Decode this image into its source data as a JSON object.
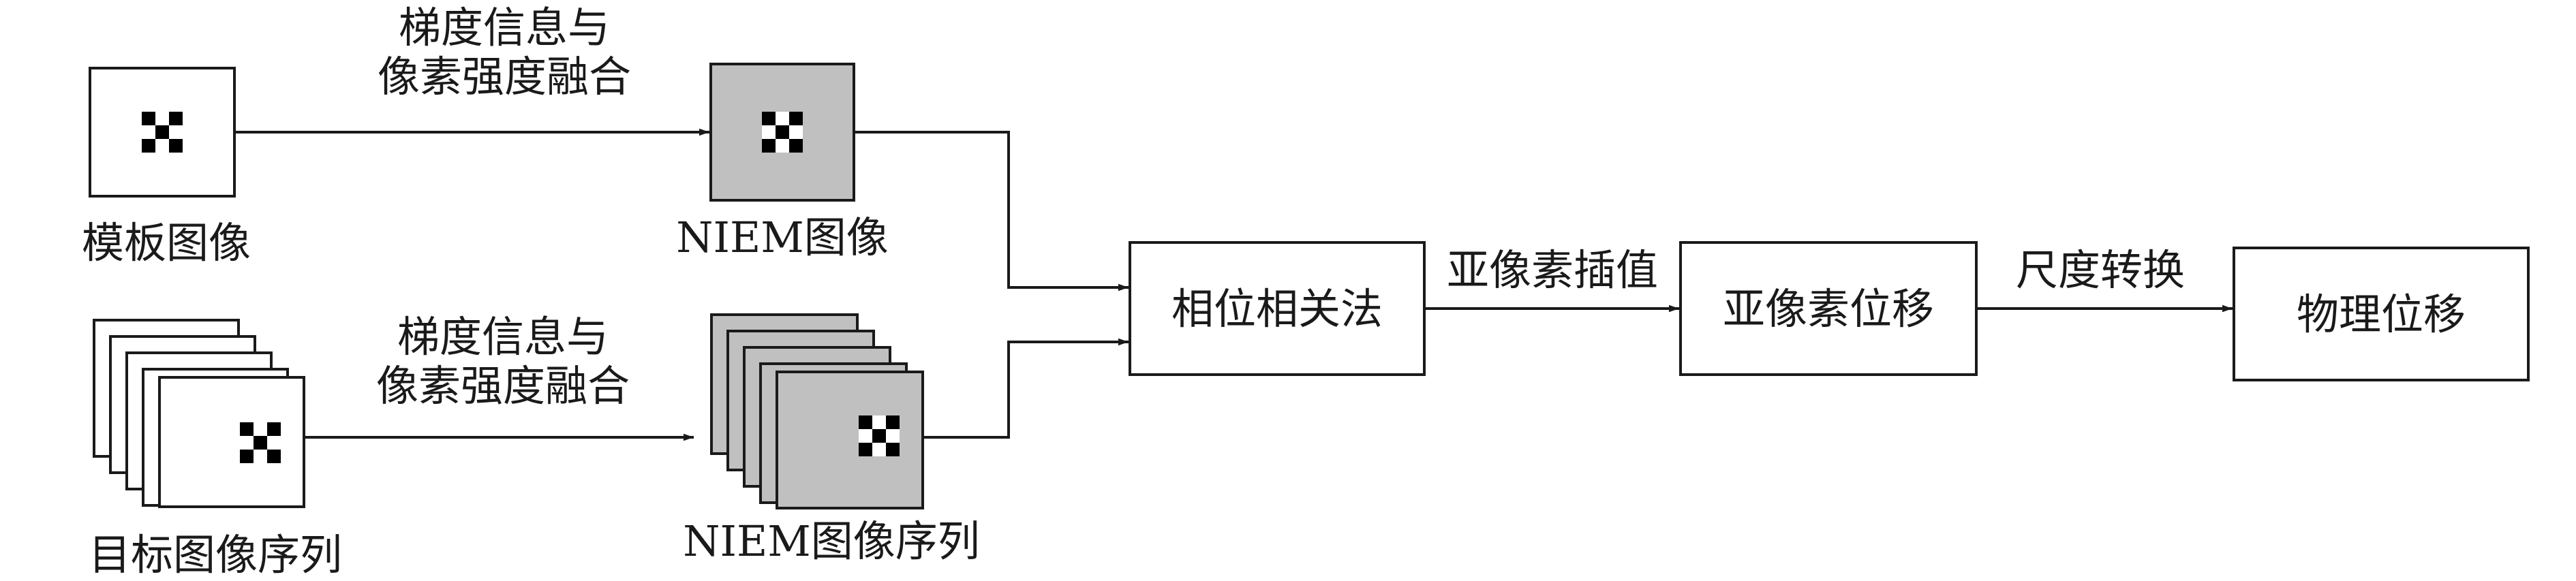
{
  "labels": {
    "arrow_top_line1": "梯度信息与",
    "arrow_top_line2": "像素强度融合",
    "arrow_bottom_line1": "梯度信息与",
    "arrow_bottom_line2": "像素强度融合",
    "template_image": "模板图像",
    "niem_image": "NIEM图像",
    "target_sequence": "目标图像序列",
    "niem_sequence": "NIEM图像序列",
    "subpixel_interp": "亚像素插值",
    "scale_conversion": "尺度转换"
  },
  "boxes": {
    "phase_correlation": "相位相关法",
    "subpixel_displacement": "亚像素位移",
    "physical_displacement": "物理位移"
  },
  "colors": {
    "stroke": "#1a1a1a",
    "niem_fill": "#c0c0c0",
    "white": "#ffffff"
  }
}
